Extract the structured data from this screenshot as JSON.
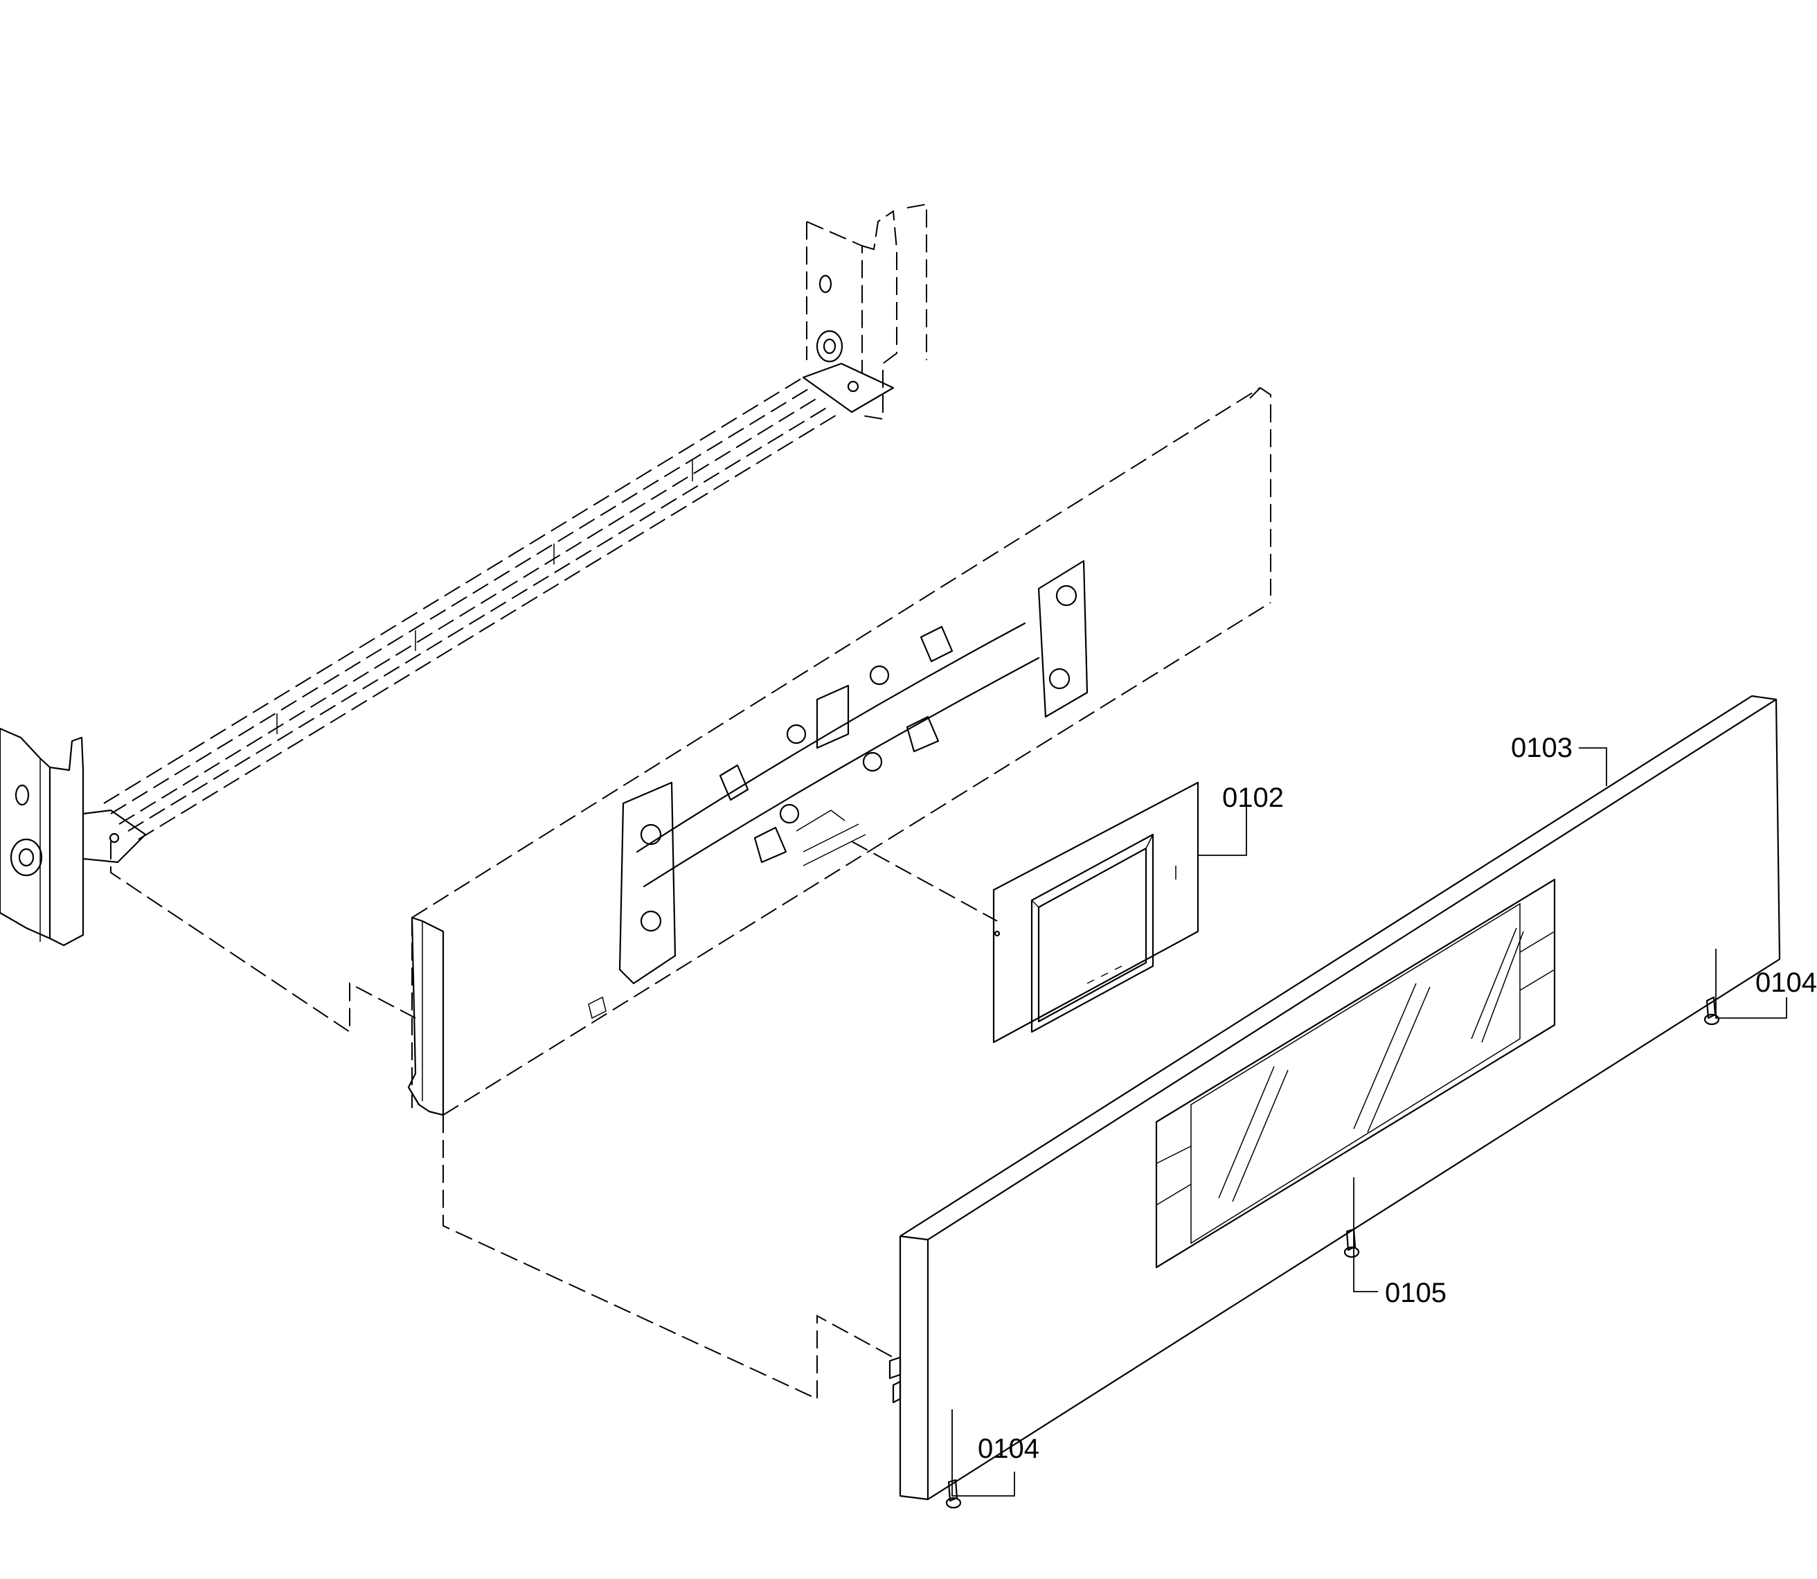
{
  "diagram": {
    "callouts": {
      "c0102": "0102",
      "c0103": "0103",
      "c0104_right": "0104",
      "c0104_bottom": "0104",
      "c0105": "0105"
    },
    "parts": [
      "side-bracket-left",
      "side-bracket-right",
      "rear-rail",
      "control-panel-frame",
      "display-module",
      "front-fascia",
      "screw-right",
      "screw-center",
      "screw-bottom"
    ]
  }
}
